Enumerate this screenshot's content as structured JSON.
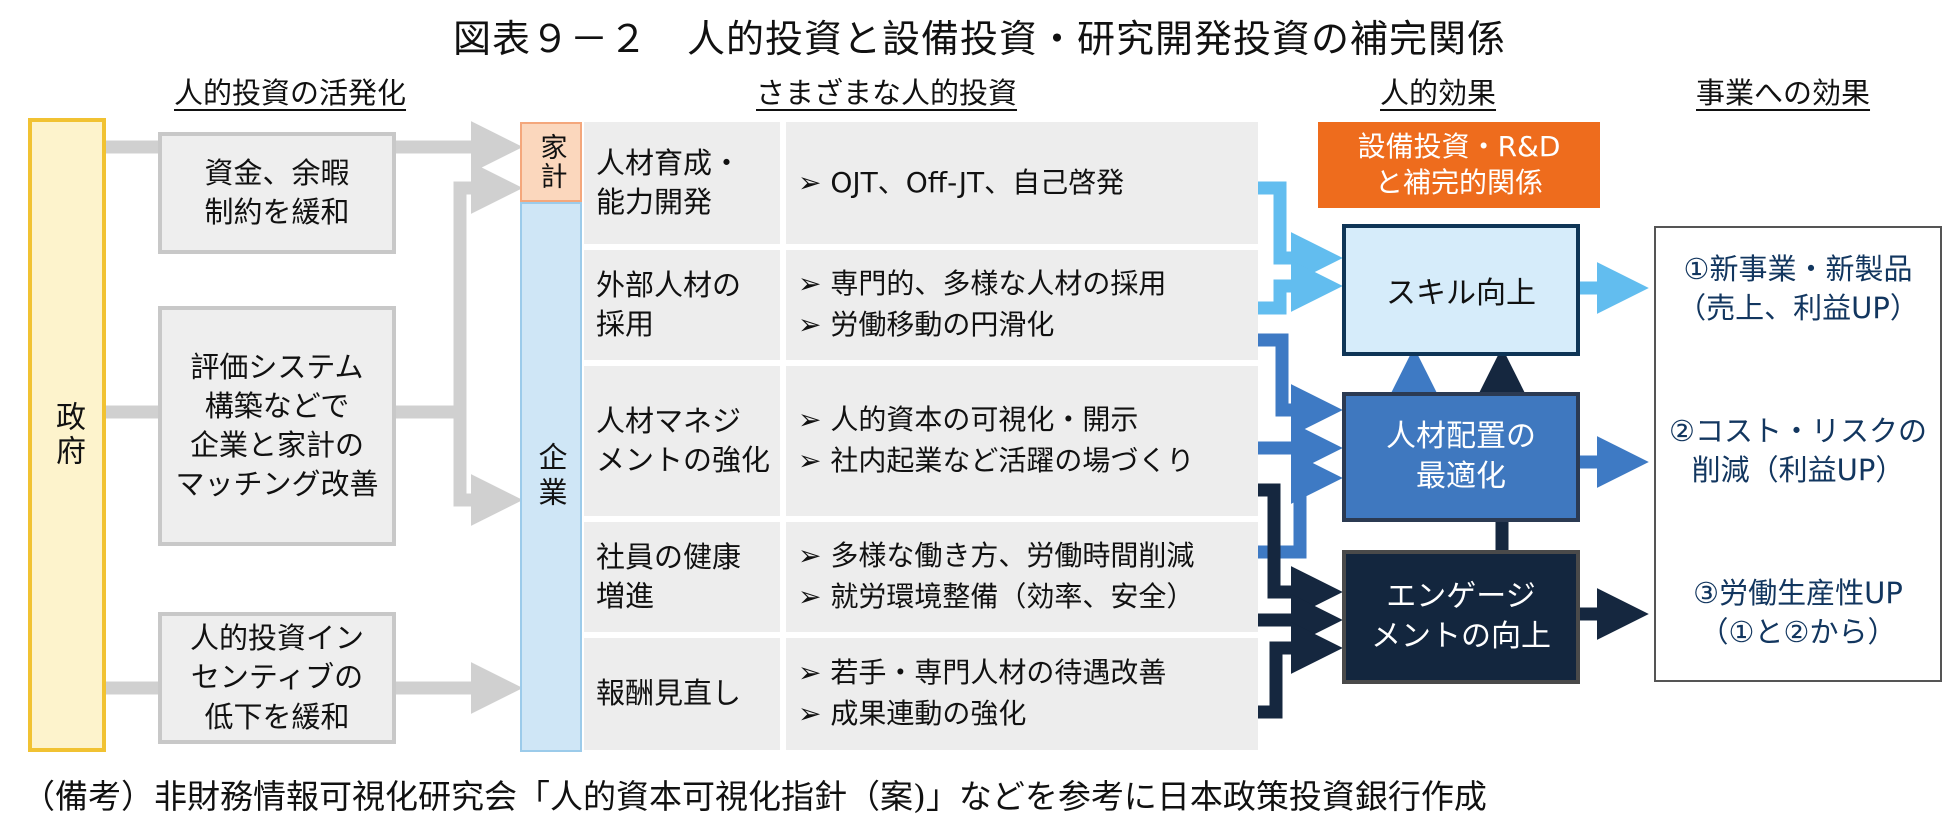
{
  "title": "図表９－２　人的投資と設備投資・研究開発投資の補完関係",
  "headers": {
    "activation": "人的投資の活発化",
    "investments": "さまざまな人的投資",
    "human_effects": "人的効果",
    "business_effects": "事業への効果"
  },
  "government": "政府",
  "policy_boxes": [
    "資金、余暇\n制約を緩和",
    "評価システム\n構築などで\n企業と家計の\nマッチング改善",
    "人的投資イン\nセンティブの\n低下を緩和"
  ],
  "actors": {
    "household": "家計",
    "company": "企業"
  },
  "investment_rows": [
    {
      "label": "人材育成・\n能力開発",
      "items": [
        "➢ OJT、Off-JT、自己啓発"
      ]
    },
    {
      "label": "外部人材の\n採用",
      "items": [
        "➢ 専門的、多様な人材の採用",
        "➢ 労働移動の円滑化"
      ]
    },
    {
      "label": "人材マネジ\nメントの強化",
      "items": [
        "➢ 人的資本の可視化・開示",
        "➢ 社内起業など活躍の場づくり"
      ]
    },
    {
      "label": "社員の健康\n増進",
      "items": [
        "➢ 多様な働き方、労働時間削減",
        "➢ 就労環境整備（効率、安全）"
      ]
    },
    {
      "label": "報酬見直し",
      "items": [
        "➢ 若手・専門人材の待遇改善",
        "➢ 成果連動の強化"
      ]
    }
  ],
  "complement_box": "設備投資・R&D\nと補完的関係",
  "human_effects": {
    "skill": "スキル向上",
    "placement": "人材配置の\n最適化",
    "engagement": "エンゲージ\nメントの向上"
  },
  "business_effects": [
    "①新事業・新製品\n（売上、利益UP）",
    "②コスト・リスクの\n削減（利益UP）",
    "③労働生産性UP\n（①と②から）"
  ],
  "note": "（備考）非財務情報可視化研究会「人的資本可視化指針（案)」などを参考に日本政策投資銀行作成",
  "colors": {
    "gray_arrow": "#d0d0d0",
    "light_blue_arrow": "#62bdef",
    "mid_blue_arrow": "#3e7ac4",
    "navy_arrow": "#15273f",
    "orange": "#ee6c1d",
    "gov_fill": "#fdf3cc",
    "gov_border": "#f1c232"
  }
}
